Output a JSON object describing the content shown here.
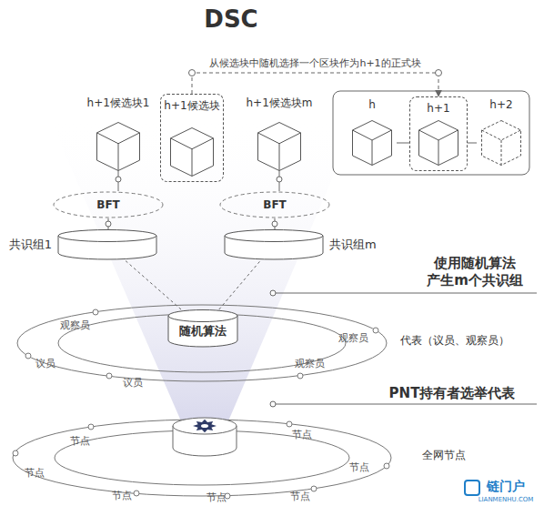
{
  "diagram": {
    "title": "DSC",
    "nodes": [
      {
        "text": [
          "h+1候选块1"
        ]
      },
      {
        "text": [
          "h+1候选块"
        ]
      },
      {
        "text": [
          "h+1候选块m"
        ]
      },
      {
        "text": [
          "h"
        ]
      },
      {
        "text": [
          "h+1"
        ]
      },
      {
        "text": [
          "h+2"
        ]
      },
      {
        "text": [
          "BFT"
        ]
      },
      {
        "text": [
          "BFT"
        ]
      },
      {
        "text": [
          "共识组1"
        ]
      },
      {
        "text": [
          "共识组m"
        ]
      },
      {
        "text": [
          "随机算法"
        ]
      }
    ],
    "edges": [
      {
        "from": 1,
        "to": 4,
        "arrow": "to",
        "label": "从候选块中随机选择一个区块作为h+1的正式块"
      },
      {
        "from": 0,
        "to": 6,
        "arrow": "none"
      },
      {
        "from": 2,
        "to": 7,
        "arrow": "none"
      },
      {
        "from": 6,
        "to": 8,
        "arrow": "none"
      },
      {
        "from": 7,
        "to": 9,
        "arrow": "none"
      },
      {
        "from": 10,
        "to": 8,
        "arrow": "none"
      },
      {
        "from": 10,
        "to": 9,
        "arrow": "none"
      },
      {
        "from": 3,
        "to": 4,
        "arrow": "none"
      },
      {
        "from": 4,
        "to": 5,
        "arrow": "none"
      }
    ],
    "labels": [
      "使用随机算法 产生m个共识组",
      "代表（议员、观察员）",
      "观察员",
      "观察员",
      "议员",
      "议员",
      "观察员",
      "PNT持有者选举代表",
      "全网节点",
      "节点",
      "节点",
      "节点",
      "节点",
      "节点",
      "节点",
      "节点",
      "链门户",
      "LIANMENHU.COM"
    ]
  }
}
